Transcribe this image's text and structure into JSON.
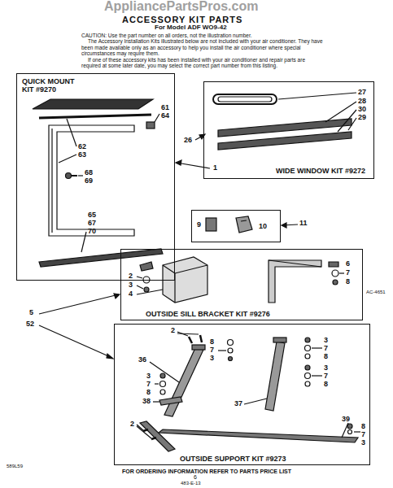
{
  "diagram": {
    "title": "ACCESSORY KIT PARTS",
    "nodes": [
      {
        "text": [
          "QUICK MOUNT KIT #9270"
        ]
      },
      {
        "text": [
          "WIDE WINDOW KIT #9272"
        ]
      },
      {
        "text": [
          "9",
          "10"
        ]
      },
      {
        "text": [
          "OUTSIDE SILL BRACKET KIT #9276"
        ]
      },
      {
        "text": [
          "OUTSIDE SUPPORT KIT #9273"
        ]
      }
    ],
    "labels": [
      "AppliancePartsPros.com",
      "For Model ADF WO9-42",
      "CAUTION: Use the part number on all orders, not the illustration number.",
      "The Accessory Installation Kits illustrated below are not included with your air conditioner. They have been made available only as an accessory to help you install the air conditioner where special circumstances may require them.",
      "If one of these accessory kits has been installed with your air conditioner and repair parts are required at some later date, you may select the correct part number from this listing.",
      "61",
      "64",
      "62",
      "63",
      "68",
      "69",
      "65",
      "67",
      "70",
      "1",
      "27",
      "28",
      "30",
      "29",
      "26",
      "11",
      "2",
      "3",
      "4",
      "6",
      "7",
      "8",
      "5",
      "52",
      "2",
      "8",
      "7",
      "3",
      "36",
      "3",
      "7",
      "8",
      "3",
      "7",
      "8",
      "38",
      "37",
      "3",
      "7",
      "8",
      "39",
      "8",
      "7",
      "3",
      "2",
      "AC-4651",
      "FOR ORDERING INFORMATION REFER TO PARTS PRICE LIST",
      "589L59",
      "6",
      "483-E-13"
    ]
  }
}
